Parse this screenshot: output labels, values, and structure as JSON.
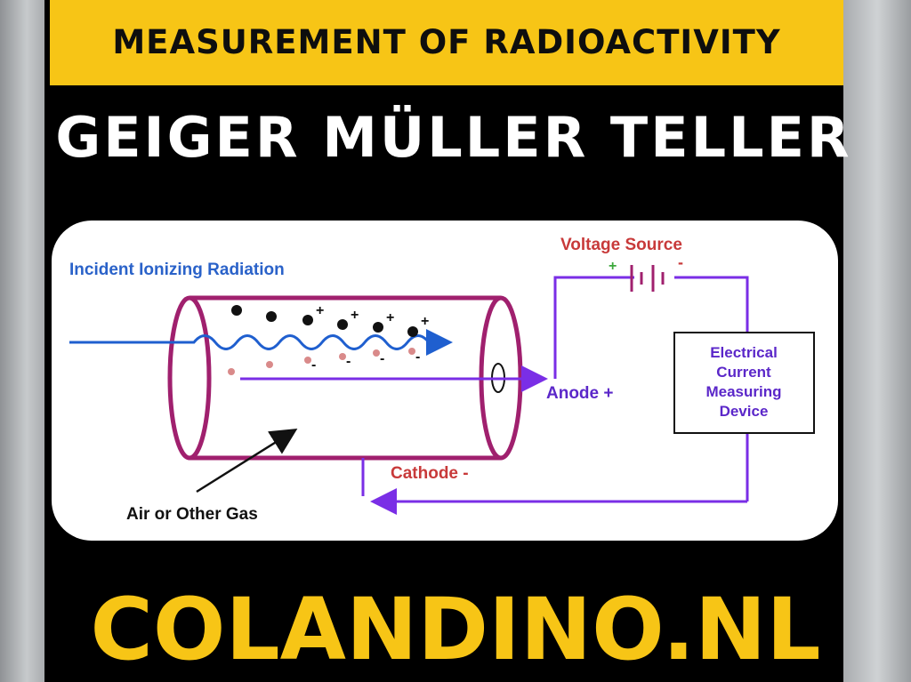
{
  "banner": {
    "text": "MEASUREMENT OF RADIOACTIVITY"
  },
  "title": "GEIGER MÜLLER TELLER",
  "diagram": {
    "incident_label": "Incident Ionizing Radiation",
    "voltage_label": "Voltage Source",
    "plus_sign": "+",
    "minus_sign": "-",
    "anode_label": "Anode +",
    "cathode_label": "Cathode -",
    "device_lines": [
      "Electrical",
      "Current",
      "Measuring",
      "Device"
    ],
    "gas_label": "Air or Other Gas",
    "colors": {
      "tube": "#a0206e",
      "wire": "#7a2ee6",
      "radiation": "#1f5fcf",
      "label_blue": "#2a62c9",
      "label_red": "#c83a3a",
      "text_purple": "#5b27c9"
    }
  },
  "footer": "COLANDINO.NL"
}
